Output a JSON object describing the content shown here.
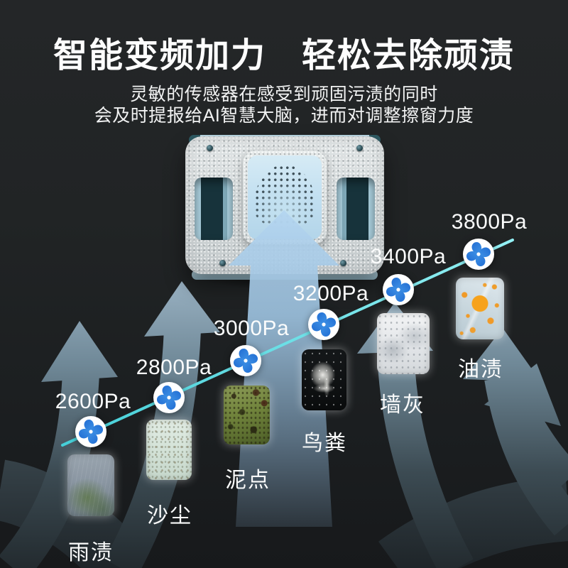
{
  "header": {
    "title": "智能变频加力　轻松去除顽渍",
    "subtitle_line1": "灵敏的传感器在感受到顽固污渍的同时",
    "subtitle_line2": "会及时提报给AI智慧大脑，进而对调整擦窗力度"
  },
  "pressure_points": [
    {
      "pa": "2600Pa",
      "stain": "雨渍"
    },
    {
      "pa": "2800Pa",
      "stain": "沙尘"
    },
    {
      "pa": "3000Pa",
      "stain": "泥点"
    },
    {
      "pa": "3200Pa",
      "stain": "鸟粪"
    },
    {
      "pa": "3400Pa",
      "stain": "油渍"
    }
  ],
  "chart_data": {
    "type": "line",
    "categories": [
      "雨渍",
      "沙尘",
      "泥点",
      "鸟粪",
      "墙灰",
      "油渍"
    ],
    "values": [
      2600,
      2800,
      3000,
      3200,
      3400,
      3800
    ],
    "unit": "Pa",
    "title": "智能变频加力　轻松去除顽渍"
  },
  "colors": {
    "background": "#212425",
    "accent_line": "#5fd9e2",
    "fan_blue": "#3b8de4",
    "arrow_light": "#a9cbe7",
    "arrow_dark": "#3c4b53"
  }
}
